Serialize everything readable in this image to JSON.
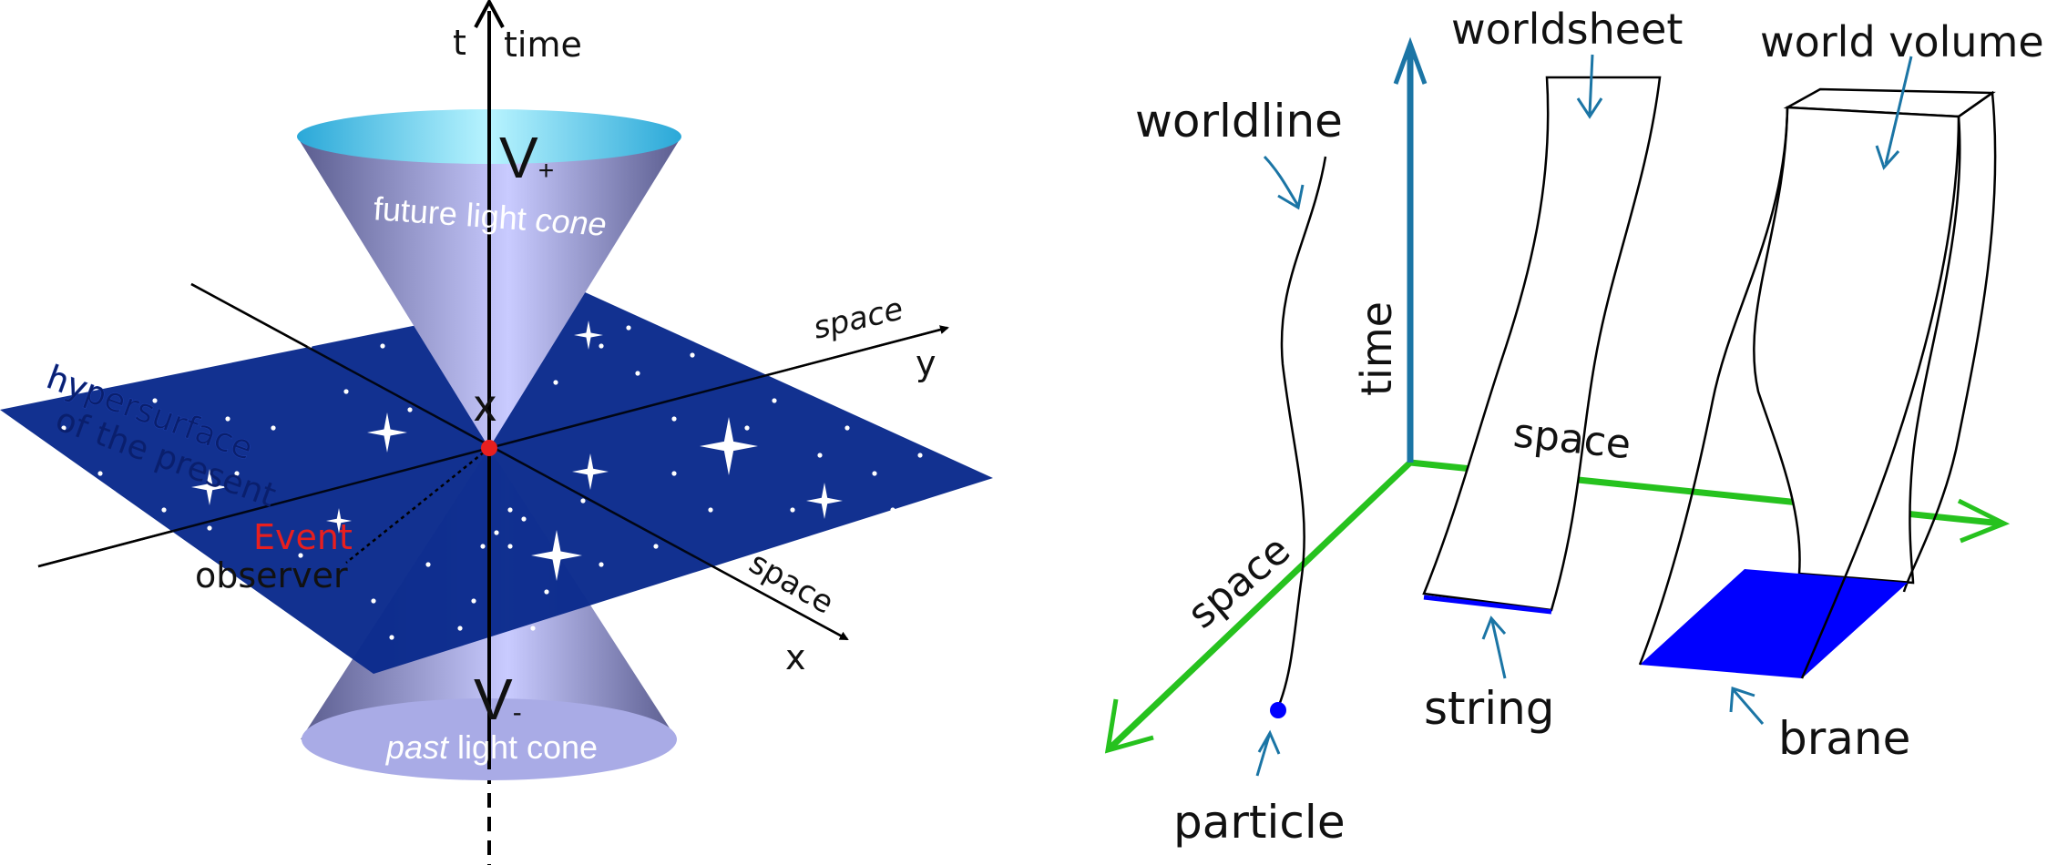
{
  "light_cone": {
    "axis_t": "t",
    "axis_time": "time",
    "future_symbol": "V",
    "future_sub": "+",
    "future_cone_a": "future ",
    "future_cone_b": "light",
    "future_cone_c": " cone",
    "space_y": "space",
    "axis_y": "y",
    "hypersurface_1": "hypersurface",
    "hypersurface_2": "of the present",
    "event_point": "x",
    "event": "Event",
    "observer": "observer",
    "space_x": "space",
    "axis_x": "x",
    "past_symbol": "V",
    "past_sub": "-",
    "past_cone_a": "past",
    "past_cone_b": " light cone",
    "colors": {
      "plane": "#0a2a8c",
      "cone": "#8f90d8",
      "cone_top": "#43d3f3",
      "event": "#e81f1f"
    }
  },
  "worlds": {
    "worldsheet": "worldsheet",
    "world_volume": "world volume",
    "worldline": "worldline",
    "time": "time",
    "space_right": "space",
    "space_diag": "space",
    "string": "string",
    "brane": "brane",
    "particle": "particle",
    "colors": {
      "time_axis": "#1b75a5",
      "space_axis": "#26c21e",
      "brane": "#0000ff",
      "arrow": "#1b75a5"
    }
  }
}
